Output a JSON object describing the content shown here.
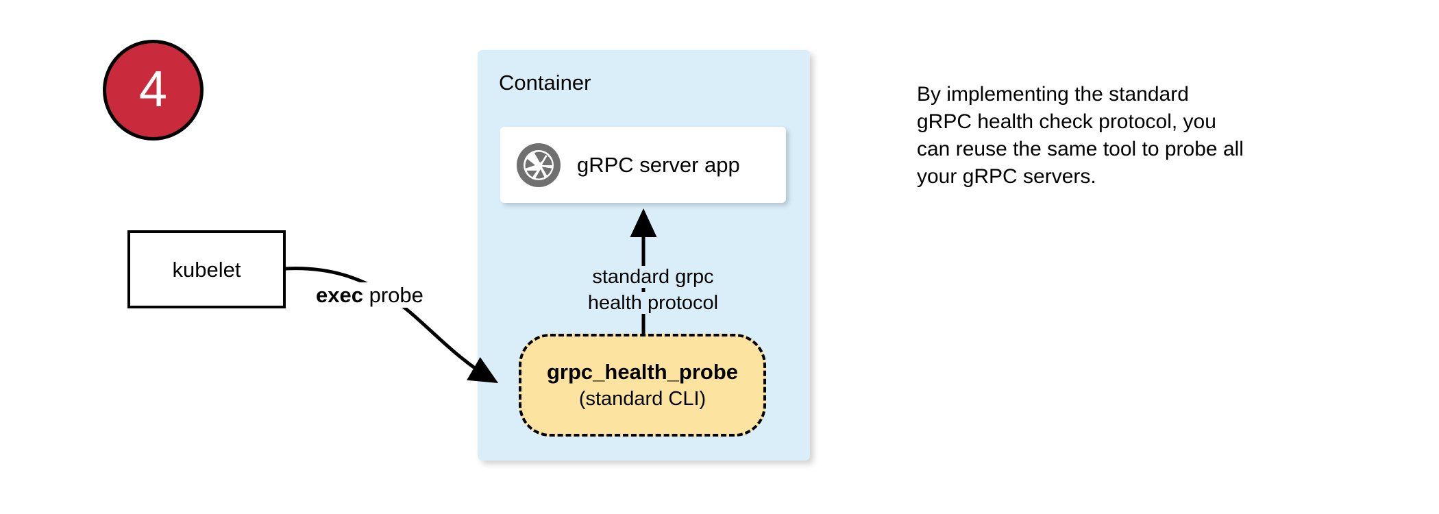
{
  "step": {
    "number": "4",
    "fill_color": "#C92A3C",
    "border_color": "#000000",
    "text_color": "#ffffff"
  },
  "kubelet": {
    "label": "kubelet"
  },
  "exec_probe_edge": {
    "keyword": "exec",
    "suffix": " probe"
  },
  "container": {
    "title": "Container",
    "fill_color": "#DAEEFA"
  },
  "server_app": {
    "icon": "aperture-icon",
    "label": "gRPC server app",
    "icon_color": "#707070",
    "card_color": "#ffffff"
  },
  "protocol_edge": {
    "line1": "standard grpc",
    "line2": "health protocol"
  },
  "health_probe": {
    "title": "grpc_health_probe",
    "subtitle": "(standard CLI)",
    "fill_color": "#FCE3A0",
    "border_style": "dashed"
  },
  "note": {
    "line1": "By implementing the standard",
    "line2": "gRPC health check protocol, you",
    "line3": "can reuse the same tool to probe all",
    "line4": "your gRPC servers."
  }
}
